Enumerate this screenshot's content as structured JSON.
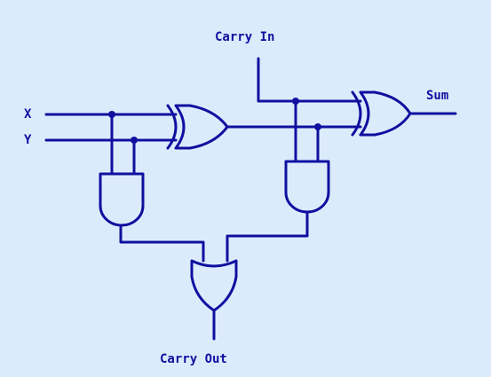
{
  "labels": {
    "carry_in": "Carry In",
    "x": "X",
    "y": "Y",
    "sum": "Sum",
    "carry_out": "Carry Out"
  },
  "colors": {
    "background": "#dcebfb",
    "ink": "#1010a0"
  },
  "gates": [
    {
      "id": "xor1",
      "type": "XOR"
    },
    {
      "id": "xor2",
      "type": "XOR"
    },
    {
      "id": "and1",
      "type": "AND"
    },
    {
      "id": "and2",
      "type": "AND"
    },
    {
      "id": "or1",
      "type": "OR"
    }
  ]
}
